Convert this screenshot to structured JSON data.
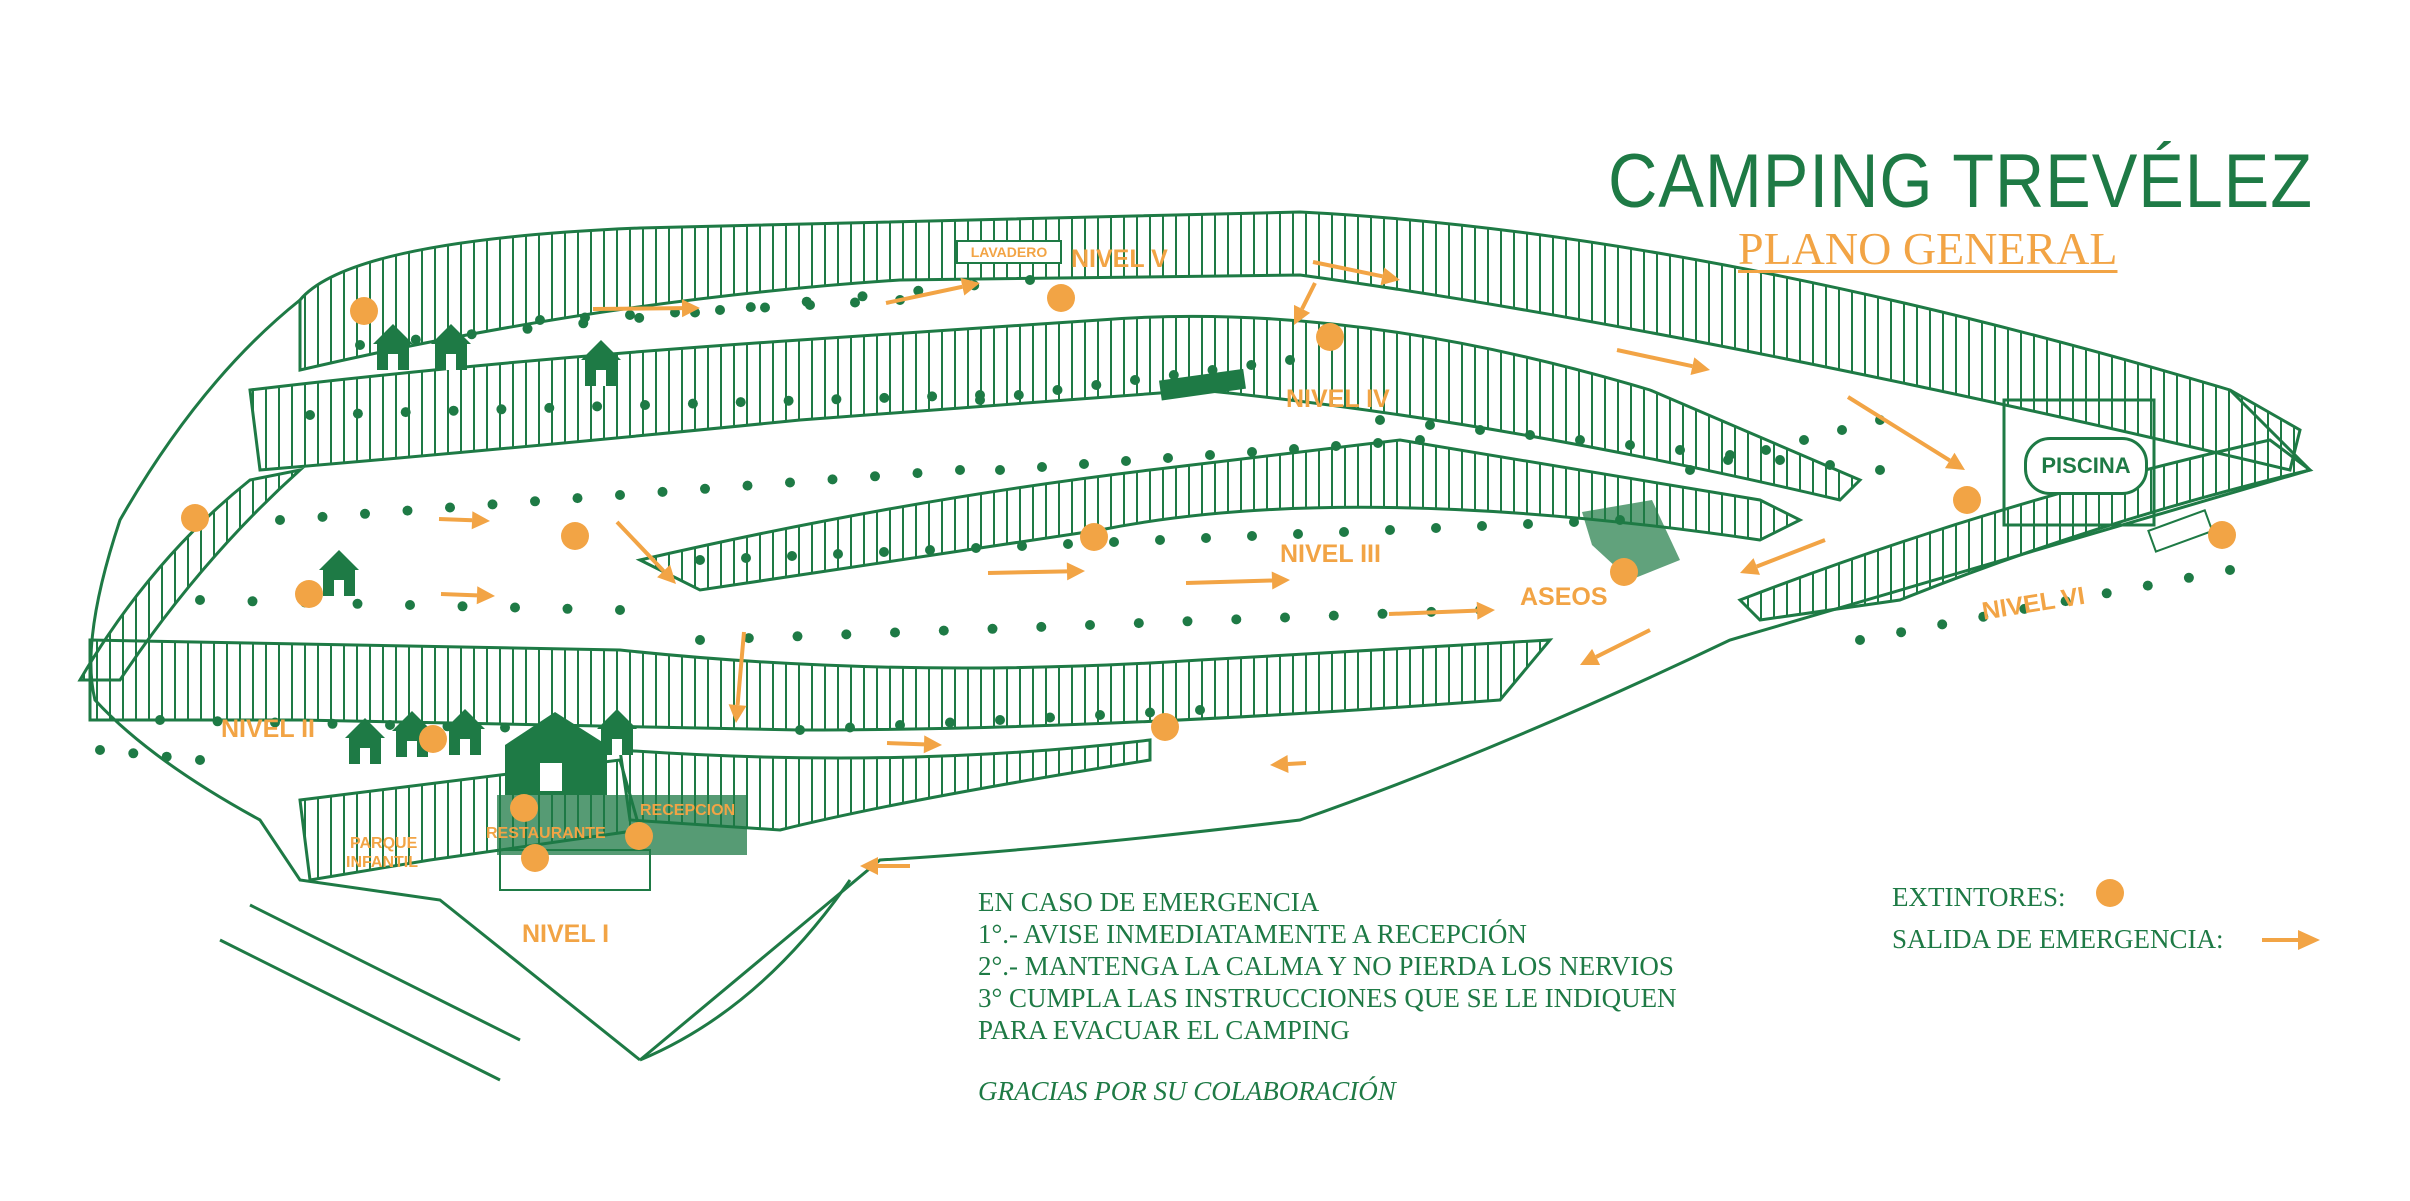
{
  "title": "CAMPING TREVÉLEZ",
  "subtitle": "PLANO GENERAL",
  "colors": {
    "green": "#1e7a45",
    "orange": "#f2a445"
  },
  "labels": {
    "nivel_i": "NIVEL I",
    "nivel_ii": "NIVEL II",
    "nivel_iii": "NIVEL III",
    "nivel_iv": "NIVEL IV",
    "nivel_v": "NIVEL V",
    "nivel_vi": "NIVEL VI",
    "aseos": "ASEOS",
    "piscina": "PISCINA",
    "lavadero": "LAVADERO",
    "restaurante": "RESTAURANTE",
    "recepcion": "RECEPCION",
    "parque": "PARQUE",
    "infantil": "INFANTIL"
  },
  "emergency": {
    "heading": "EN CASO DE EMERGENCIA",
    "step1": "1°.- AVISE INMEDIATAMENTE A RECEPCIÓN",
    "step2": "2°.- MANTENGA LA CALMA Y NO PIERDA LOS NERVIOS",
    "step3": "3° CUMPLA LAS INSTRUCCIONES QUE SE LE INDIQUEN",
    "step4": "PARA EVACUAR EL CAMPING",
    "thanks": "GRACIAS POR SU COLABORACIÓN"
  },
  "legend": {
    "extintores": "EXTINTORES:",
    "salida": "SALIDA DE EMERGENCIA:"
  },
  "icons": {
    "extinguisher": "orange-dot-icon",
    "exit": "orange-arrow-icon",
    "cabin": "cabin-icon",
    "tree": "tree-dot-icon"
  }
}
